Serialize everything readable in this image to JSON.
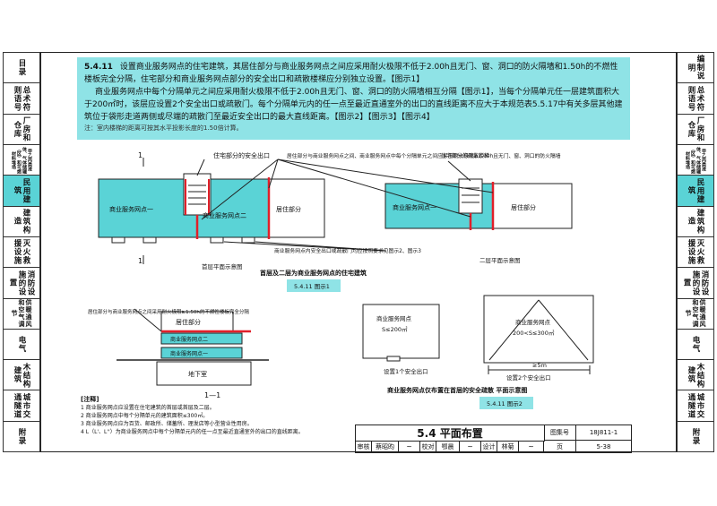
{
  "left_tabs": [
    {
      "label": "目录"
    },
    {
      "label": "总术符则语号"
    },
    {
      "label": "厂房和仓库"
    },
    {
      "label": "甲乙丙类液体、气体储罐（区）和可燃材料堆场"
    },
    {
      "label": "民用建筑",
      "active": true
    },
    {
      "label": "建筑构造"
    },
    {
      "label": "灭火救援设施"
    },
    {
      "label": "消防设施的设置"
    },
    {
      "label": "供暖通风和空气调节"
    },
    {
      "label": "电气"
    },
    {
      "label": "木结构建筑"
    },
    {
      "label": "城市交通隧道"
    },
    {
      "label": "附录"
    }
  ],
  "right_tabs": [
    {
      "label": "编制说明"
    },
    {
      "label": "总术符则语号"
    },
    {
      "label": "厂房和仓库"
    },
    {
      "label": "甲乙丙类液体、气体储罐（区）和可燃材料堆场"
    },
    {
      "label": "民用建筑",
      "active": true
    },
    {
      "label": "建筑构造"
    },
    {
      "label": "灭火救援设施"
    },
    {
      "label": "消防设施的设置"
    },
    {
      "label": "供暖通风和空气调节"
    },
    {
      "label": "电气"
    },
    {
      "label": "木结构建筑"
    },
    {
      "label": "城市交通隧道"
    },
    {
      "label": "附录"
    }
  ],
  "rule": {
    "number": "5.4.11",
    "para1": "设置商业服务网点的住宅建筑，其居住部分与商业服务网点之间应采用耐火极限不低于2.00h且无门、窗、洞口的防火隔墙和1.50h的不燃性楼板完全分隔，住宅部分和商业服务网点部分的安全出口和疏散楼梯应分别独立设置。【图示1】",
    "para2": "商业服务网点中每个分隔单元之间应采用耐火极限不低于2.00h且无门、窗、洞口的防火隔墙相互分隔【图示1】，当每个分隔单元任一层建筑面积大于200㎡时，该层应设置2个安全出口或疏散门。每个分隔单元内的任一点至最近直通室外的出口的直线距离不应大于本规范表5.5.17中有关多层其他建筑位于袋形走道两侧或尽端的疏散门至最近安全出口的最大直线距离。【图示2】【图示3】【图示4】",
    "note": "注：室内楼梯的距离可按其水平投影长度的1.50倍计算。"
  },
  "diagram1": {
    "unit1": "商业服务网点一",
    "unit2": "商业服务网点二",
    "residential": "居住部分",
    "callout_exit": "住宅部分的安全出口",
    "callout_wall": "居住部分与商业服务网点之间、商业服务网点中每个分隔单元之间应采用耐火极限≥2.00h且无门、窗、洞口的防火隔墙",
    "callout_stair": "住宅部分的疏散楼梯",
    "callout_door": "商业服务网点内安全出口或疏散门均应按照要求见图示2、图示3",
    "plan1_caption": "首层平面示意图",
    "plan2_caption": "二层平面示意图",
    "caption": "首层及二层为商业服务网点的住宅建筑",
    "tag": "5.4.11 图示1",
    "section_mark": "1"
  },
  "diagram_section": {
    "callout": "居住部分与商业服务网点之间采用耐火极限≥1.50h的不燃性楼板完全分隔",
    "residential": "居住部分",
    "unit2": "商业服务网点二",
    "unit1": "商业服务网点一",
    "basement": "地下室",
    "caption": "1—1"
  },
  "diagram2": {
    "left_label": "商业服务网点",
    "left_area": "S≤200㎡",
    "left_caption": "设置1个安全出口",
    "right_label": "商业服务网点",
    "right_area": "200<S≤300㎡",
    "right_caption": "设置2个安全出口",
    "dim": "≥5m",
    "caption": "商业服务网点仅布置在首层的安全疏散 平面示意图",
    "tag": "5.4.11 图示2"
  },
  "notes": {
    "heading": "[注释]",
    "items": [
      "1 商业服务网点应设置在住宅建筑的首层或首层及二层。",
      "2 商业服务网点中每个分隔单元的建筑面积≤300㎡。",
      "3 商业服务网点应为百货、邮政所、储蓄所、理发店等小型营业性用房。",
      "4 L（L'、L''）为商业服务网点中每个分隔单元内的任一点至最近直通室外的出口的直线距离。"
    ]
  },
  "title_block": {
    "title": "5.4 平面布置",
    "atlas_label": "图集号",
    "atlas_no": "18J811-1",
    "review_label": "审核",
    "reviewer": "蔡昭昀",
    "check_label": "校对",
    "checker": "鄂晨",
    "design_label": "设计",
    "designer": "林菊",
    "page_label": "页",
    "page_no": "5-38"
  },
  "colors": {
    "cyan": "#5ad3d6",
    "light_cyan": "#8fe3e6",
    "red": "#e0202a"
  }
}
